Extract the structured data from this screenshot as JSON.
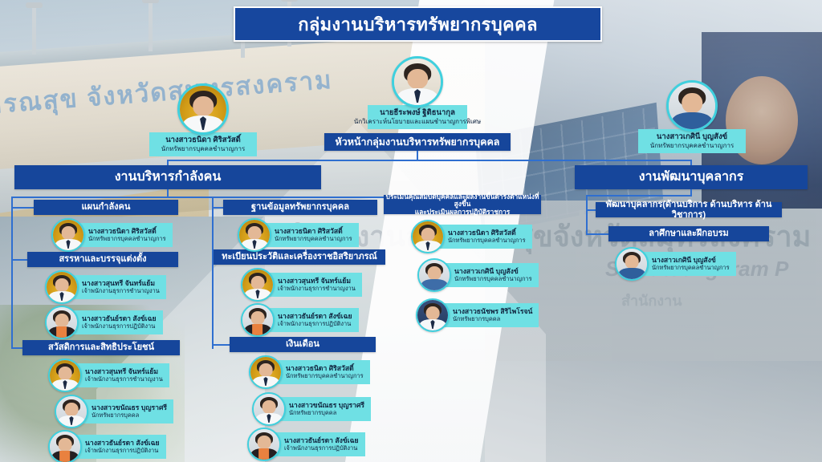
{
  "title": "กลุ่มงานบริหารทรัพยากรบุคคล",
  "background": {
    "building_text": "ารณสุข  จังหวัดสมุทรสงคราม",
    "wall_text_thai": "สำนักงานสาธารณสุขจังหวัดสมุทรสงคราม",
    "wall_text_eng": "Samutsongkram P",
    "wall_text_sub": "สำนักงาน"
  },
  "colors": {
    "navy": "#16469b",
    "title_navy": "#17479e",
    "chip_teal": "#6fe0e4",
    "avatar_ring": "#3fd0de",
    "connector_blue": "#2f6fd0"
  },
  "leader": {
    "name": "นายธีระพงษ์  ฐิติธนากุล",
    "position": "นักวิเคราะห์นโยบายและแผนชำนาญการพิเศษ",
    "role_bar": "หัวหน้ากลุ่มงานบริหารทรัพยากรบุคคล"
  },
  "top_left_person": {
    "name": "นางสาวธนิดา  ศิริสวัสดิ์",
    "position": "นักทรัพยากรบุคคลชำนาญการ"
  },
  "top_right_person": {
    "name": "นางสาวเกศินี  บุญสังข์",
    "position": "นักทรัพยากรบุคคลชำนาญการ"
  },
  "sections": {
    "workforce": {
      "label": "งานบริหารกำลังคน",
      "groups": {
        "plan": {
          "label": "แผนกำลังคน",
          "people": [
            {
              "name": "นางสาวธนิดา  ศิริสวัสดิ์",
              "position": "นักทรัพยากรบุคคลชำนาญการ"
            }
          ]
        },
        "recruit": {
          "label": "สรรหาและบรรจุแต่งตั้ง",
          "people": [
            {
              "name": "นางสาวสุนทรี  จันทร์แย้ม",
              "position": "เจ้าพนักงานธุรการชำนาญงาน"
            },
            {
              "name": "นางสาวธันย์รดา  สังข์เฉย",
              "position": "เจ้าพนักงานธุรการปฏิบัติงาน"
            }
          ]
        },
        "welfare": {
          "label": "สวัสดิการและสิทธิประโยชน์",
          "people": [
            {
              "name": "นางสาวสุนทรี  จันทร์แย้ม",
              "position": "เจ้าพนักงานธุรการชำนาญงาน"
            },
            {
              "name": "นางสาวขนัณธร  บุญราศรี",
              "position": "นักทรัพยากรบุคคล"
            },
            {
              "name": "นางสาวธันย์รดา  สังข์เฉย",
              "position": "เจ้าพนักงานธุรการปฏิบัติงาน"
            }
          ]
        },
        "database": {
          "label": "ฐานข้อมูลทรัพยากรบุคคล",
          "people": [
            {
              "name": "นางสาวธนิดา  ศิริสวัสดิ์",
              "position": "นักทรัพยากรบุคคลชำนาญการ"
            }
          ]
        },
        "registry": {
          "label": "ทะเบียนประวัติและเครื่องราชอิสริยาภรณ์",
          "people": [
            {
              "name": "นางสาวสุนทรี  จันทร์แย้ม",
              "position": "เจ้าพนักงานธุรการชำนาญงาน"
            },
            {
              "name": "นางสาวธันย์รดา  สังข์เฉย",
              "position": "เจ้าพนักงานธุรการปฏิบัติงาน"
            }
          ]
        },
        "salary": {
          "label": "เงินเดือน",
          "people": [
            {
              "name": "นางสาวธนิดา  ศิริสวัสดิ์",
              "position": "นักทรัพยากรบุคคลชำนาญการ"
            },
            {
              "name": "นางสาวขนัณธร  บุญราศรี",
              "position": "นักทรัพยากรบุคคล"
            },
            {
              "name": "นางสาวธันย์รดา  สังข์เฉย",
              "position": "เจ้าพนักงานธุรการปฏิบัติงาน"
            }
          ]
        },
        "evaluation": {
          "label_line1": "ประเมินคุณสมบัติบุคคลและผลงานขึ้นดำรงตำแหน่งที่สูงขึ้น",
          "label_line2": "และประเมินผลการปฏิบัติราชการ",
          "people": [
            {
              "name": "นางสาวธนิดา  ศิริสวัสดิ์",
              "position": "นักทรัพยากรบุคคลชำนาญการ"
            },
            {
              "name": "นางสาวเกศินี  บุญสังข์",
              "position": "นักทรัพยากรบุคคลชำนาญการ"
            },
            {
              "name": "นางสาวธนัชพร  สิริไพโรจน์",
              "position": "นักทรัพยากรบุคคล"
            }
          ]
        }
      }
    },
    "development": {
      "label": "งานพัฒนาบุคลากร",
      "groups": {
        "dev": {
          "label": "พัฒนาบุคลากร(ด้านบริการ ด้านบริหาร ด้านวิชาการ)"
        },
        "study": {
          "label": "ลาศึกษาและฝึกอบรม",
          "people": [
            {
              "name": "นางสาวเกศินี  บุญสังข์",
              "position": "นักทรัพยากรบุคคลชำนาญการ"
            }
          ]
        }
      }
    }
  }
}
